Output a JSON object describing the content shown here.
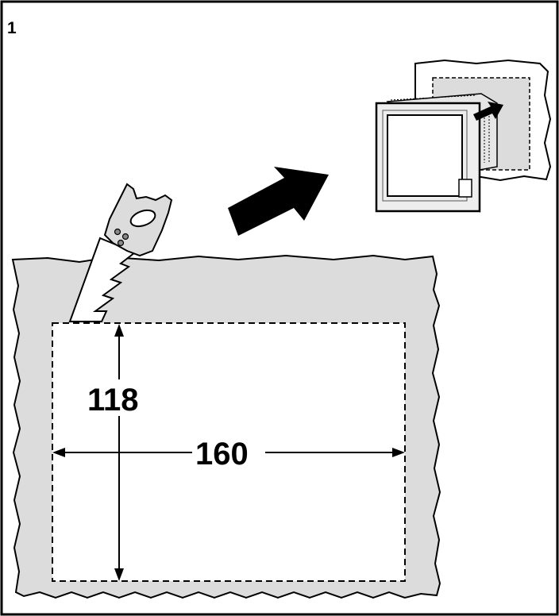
{
  "figure": {
    "step_number": "1",
    "height_dimension": "118",
    "width_dimension": "160"
  },
  "colors": {
    "panel_fill": "#dcdcdc",
    "outline": "#000000",
    "background": "#ffffff"
  },
  "icons": [
    "saw-icon",
    "arrow-icon",
    "hmi-device-icon"
  ]
}
